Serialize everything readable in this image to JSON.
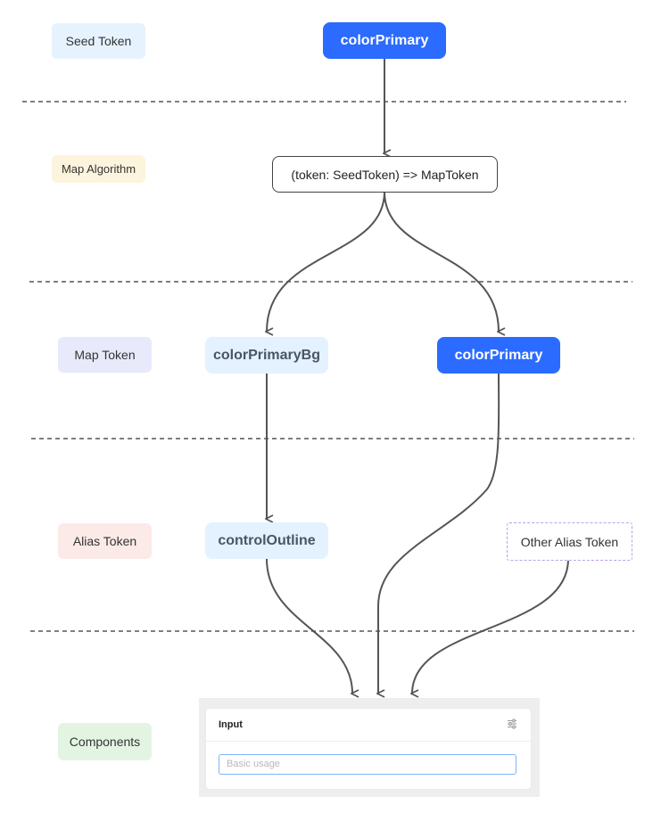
{
  "rows": {
    "seed": "Seed Token",
    "algorithm": "Map Algorithm",
    "map": "Map Token",
    "alias": "Alias Token",
    "components": "Components"
  },
  "nodes": {
    "seed_color_primary": "colorPrimary",
    "algorithm_signature": "(token: SeedToken) => MapToken",
    "map_color_primary_bg": "colorPrimaryBg",
    "map_color_primary": "colorPrimary",
    "alias_control_outline": "controlOutline",
    "alias_other": "Other Alias Token"
  },
  "component": {
    "title": "Input",
    "placeholder": "Basic usage",
    "settings_icon": "settings-icon"
  },
  "colors": {
    "primary": "#2b6bff",
    "light_blue": "#e4f1ff",
    "seed_label_bg": "#e6f3ff",
    "algorithm_label_bg": "#fdf4dd",
    "map_label_bg": "#e8eafb",
    "alias_label_bg": "#fbeae8",
    "components_label_bg": "#e3f5e2",
    "dashed_other": "#b9a2ea",
    "connector": "#555555"
  }
}
